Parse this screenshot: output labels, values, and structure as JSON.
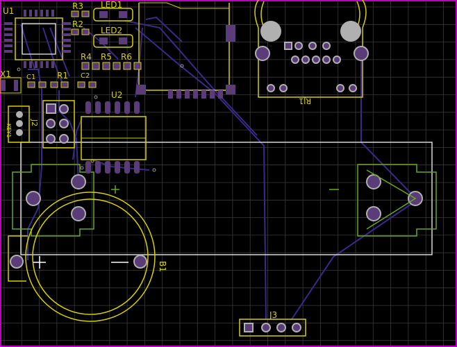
{
  "colors": {
    "background": "#000000",
    "grid": "#3a3a3a",
    "border": "#c000c0",
    "silkscreen": "#d8d000",
    "copper_top": "#3a2a8a",
    "pad": "#c8c8c8",
    "pad_purple": "#5a3c78",
    "outline_white": "#d8d8d8",
    "outline_green": "#6aa820"
  },
  "labels": {
    "u1": "U1",
    "r3": "R3",
    "r2": "R2",
    "led1": "LED1",
    "led2": "LED2",
    "r4": "R4",
    "r5": "R5",
    "r6": "R6",
    "x1": "X1",
    "c1": "C1",
    "r1": "R1",
    "c2": "C2",
    "u2": "U2",
    "key1": "KEY1",
    "j2": "J2",
    "rj1": "RJ1",
    "b1": "B1",
    "j3": "J3",
    "plus": "+",
    "minus": "−"
  }
}
